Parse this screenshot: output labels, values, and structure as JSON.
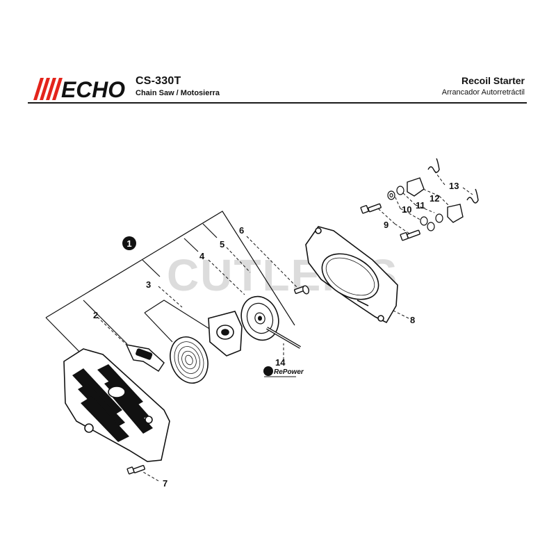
{
  "header": {
    "brand": "ECHO",
    "model": "CS-330T",
    "subtitle": "Chain Saw / Motosierra",
    "section_title": "Recoil Starter",
    "section_subtitle": "Arrancador Autorretráctil"
  },
  "watermark": "CUTLER'S",
  "repower_logo": "RePower",
  "parts": {
    "p1": "1",
    "p2": "2",
    "p3": "3",
    "p4": "4",
    "p5": "5",
    "p6": "6",
    "p7": "7",
    "p8": "8",
    "p9": "9",
    "p10": "10",
    "p11": "11",
    "p12": "12",
    "p13": "13",
    "p14": "14"
  },
  "colors": {
    "brand_red": "#e3241b",
    "line": "#111111",
    "watermark": "#d9d9d9"
  }
}
